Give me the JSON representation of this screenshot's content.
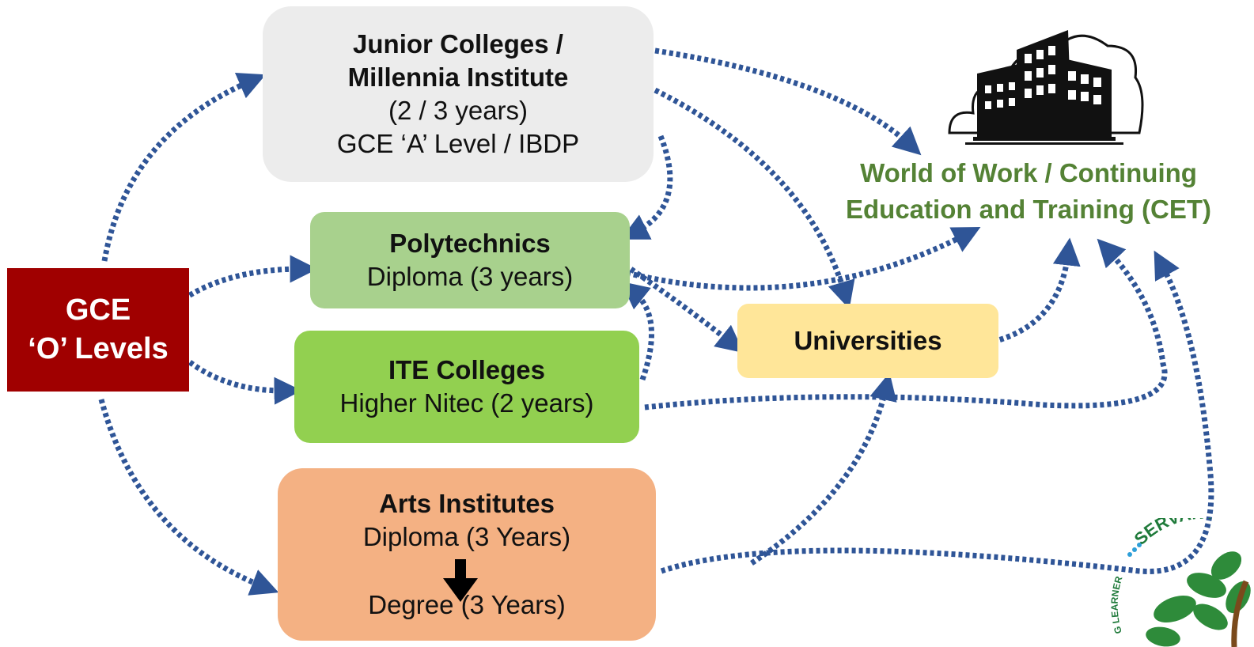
{
  "colors": {
    "arrow": "#2f5597",
    "gce_box": "#a00000",
    "jc_box": "#ececec",
    "poly_box": "#a8d18d",
    "ite_box": "#92d050",
    "arts_box": "#f4b183",
    "uni_box": "#ffe699",
    "wow_text": "#548235"
  },
  "icons": {
    "building": "office-building-icon",
    "logo": "servant-tree-logo"
  },
  "gce": {
    "line1": "GCE",
    "line2": "‘O’ Levels"
  },
  "junior_colleges": {
    "title1": "Junior Colleges /",
    "title2": "Millennia Institute",
    "duration": "(2 / 3 years)",
    "qualification": "GCE ‘A’ Level / IBDP"
  },
  "polytechnics": {
    "title": "Polytechnics",
    "detail": "Diploma (3 years)"
  },
  "ite": {
    "title": "ITE Colleges",
    "detail": "Higher Nitec (2 years)"
  },
  "arts": {
    "title": "Arts Institutes",
    "detail1": "Diploma (3 Years)",
    "detail2": "Degree (3 Years)"
  },
  "universities": {
    "title": "Universities"
  },
  "world_of_work": {
    "line1": "World of Work / Continuing",
    "line2": "Education and Training (CET)"
  },
  "logo": {
    "text_servant": "SERVANT",
    "text_learner": "G LEARNER"
  }
}
